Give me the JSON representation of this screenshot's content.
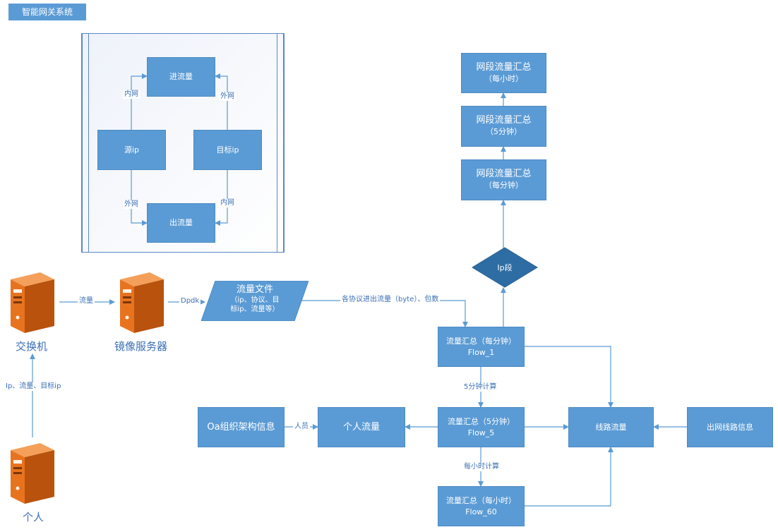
{
  "title": "智能网关系统",
  "colors": {
    "box": "#5b9bd5",
    "edge": "#5b9bd5",
    "text": "#3b6fb5",
    "server": "#e8731f"
  },
  "panel": {
    "in_traffic": "进流量",
    "out_traffic": "出流量",
    "src_ip": "源ip",
    "dst_ip": "目标ip",
    "intranet": "内网",
    "extranet": "外网"
  },
  "switch": {
    "label": "交换机"
  },
  "mirror": {
    "label": "镜像服务器"
  },
  "person": {
    "label": "个人"
  },
  "edge_labels": {
    "traffic": "流量",
    "dpdk": "Dpdk",
    "protocols": "各协议进出流量（byte）、包数",
    "person_to_switch": "Ip、流量、目标ip",
    "calc_5min": "5分钟计算",
    "calc_hour": "每小时计算",
    "staff": "人员"
  },
  "flow_file": {
    "title": "流量文件",
    "line1": "（ip、协议、目",
    "line2": "标ip、流量等）"
  },
  "flow1": {
    "line1": "流量汇总（每分钟）",
    "line2": "Flow_1"
  },
  "flow5": {
    "line1": "流量汇总（5分钟）",
    "line2": "Flow_5"
  },
  "flow60": {
    "line1": "流量汇总（每小时）",
    "line2": "Flow_60"
  },
  "ip_seg": "Ip段",
  "seg_min": {
    "line1": "网段流量汇总",
    "line2": "（每分钟）"
  },
  "seg_5": {
    "line1": "网段流量汇总",
    "line2": "（5分钟）"
  },
  "seg_hour": {
    "line1": "网段流量汇总",
    "line2": "（每小时）"
  },
  "line_traffic": "线路流量",
  "out_line_info": "出网线路信息",
  "personal_traffic": "个人流量",
  "oa_info": "Oa组织架构信息"
}
